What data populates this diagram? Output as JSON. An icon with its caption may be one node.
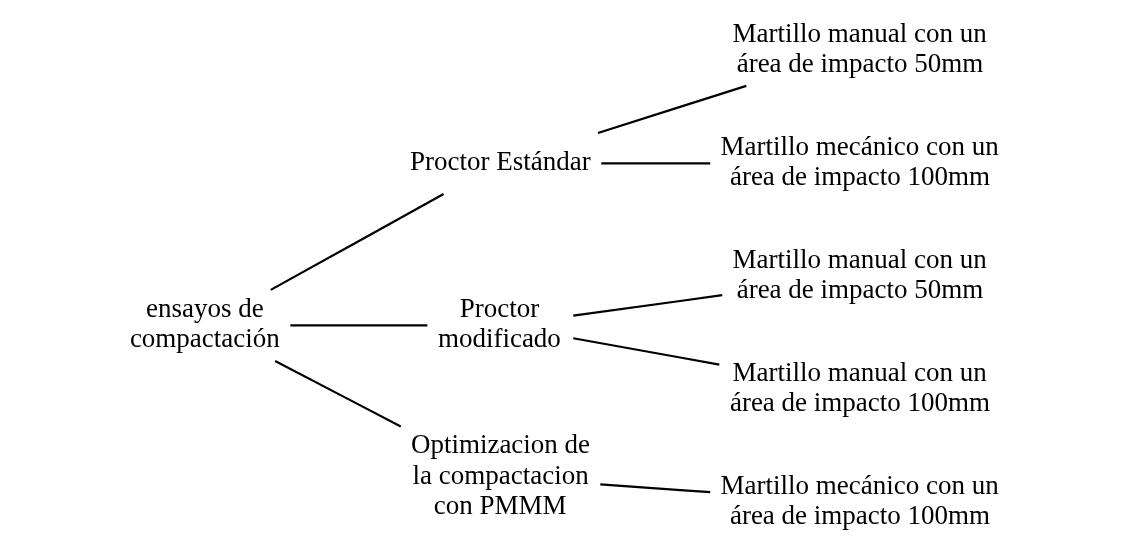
{
  "diagram": {
    "nodes": [
      {
        "text": [
          "ensayos de compactación"
        ]
      },
      {
        "text": [
          "Proctor Estándar"
        ]
      },
      {
        "text": [
          "Martillo manual con un área de impacto 50mm"
        ]
      },
      {
        "text": [
          "Martillo mecánico con un área de impacto 100mm"
        ]
      },
      {
        "text": [
          "Proctor modificado"
        ]
      },
      {
        "text": [
          "Martillo manual con un área de impacto 50mm"
        ]
      },
      {
        "text": [
          "Martillo manual con un área de impacto 100mm"
        ]
      },
      {
        "text": [
          "Optimizacion de la compactacion con PMMM"
        ]
      },
      {
        "text": [
          "Martillo mecánico con un área de impacto 100mm"
        ]
      }
    ],
    "edges": [
      {
        "from": 0,
        "to": 1,
        "arrow": "none"
      },
      {
        "from": 1,
        "to": 2,
        "arrow": "none"
      },
      {
        "from": 1,
        "to": 3,
        "arrow": "none"
      },
      {
        "from": 0,
        "to": 4,
        "arrow": "none"
      },
      {
        "from": 4,
        "to": 5,
        "arrow": "none"
      },
      {
        "from": 4,
        "to": 6,
        "arrow": "none"
      },
      {
        "from": 0,
        "to": 7,
        "arrow": "none"
      },
      {
        "from": 7,
        "to": 8,
        "arrow": "none"
      }
    ]
  }
}
